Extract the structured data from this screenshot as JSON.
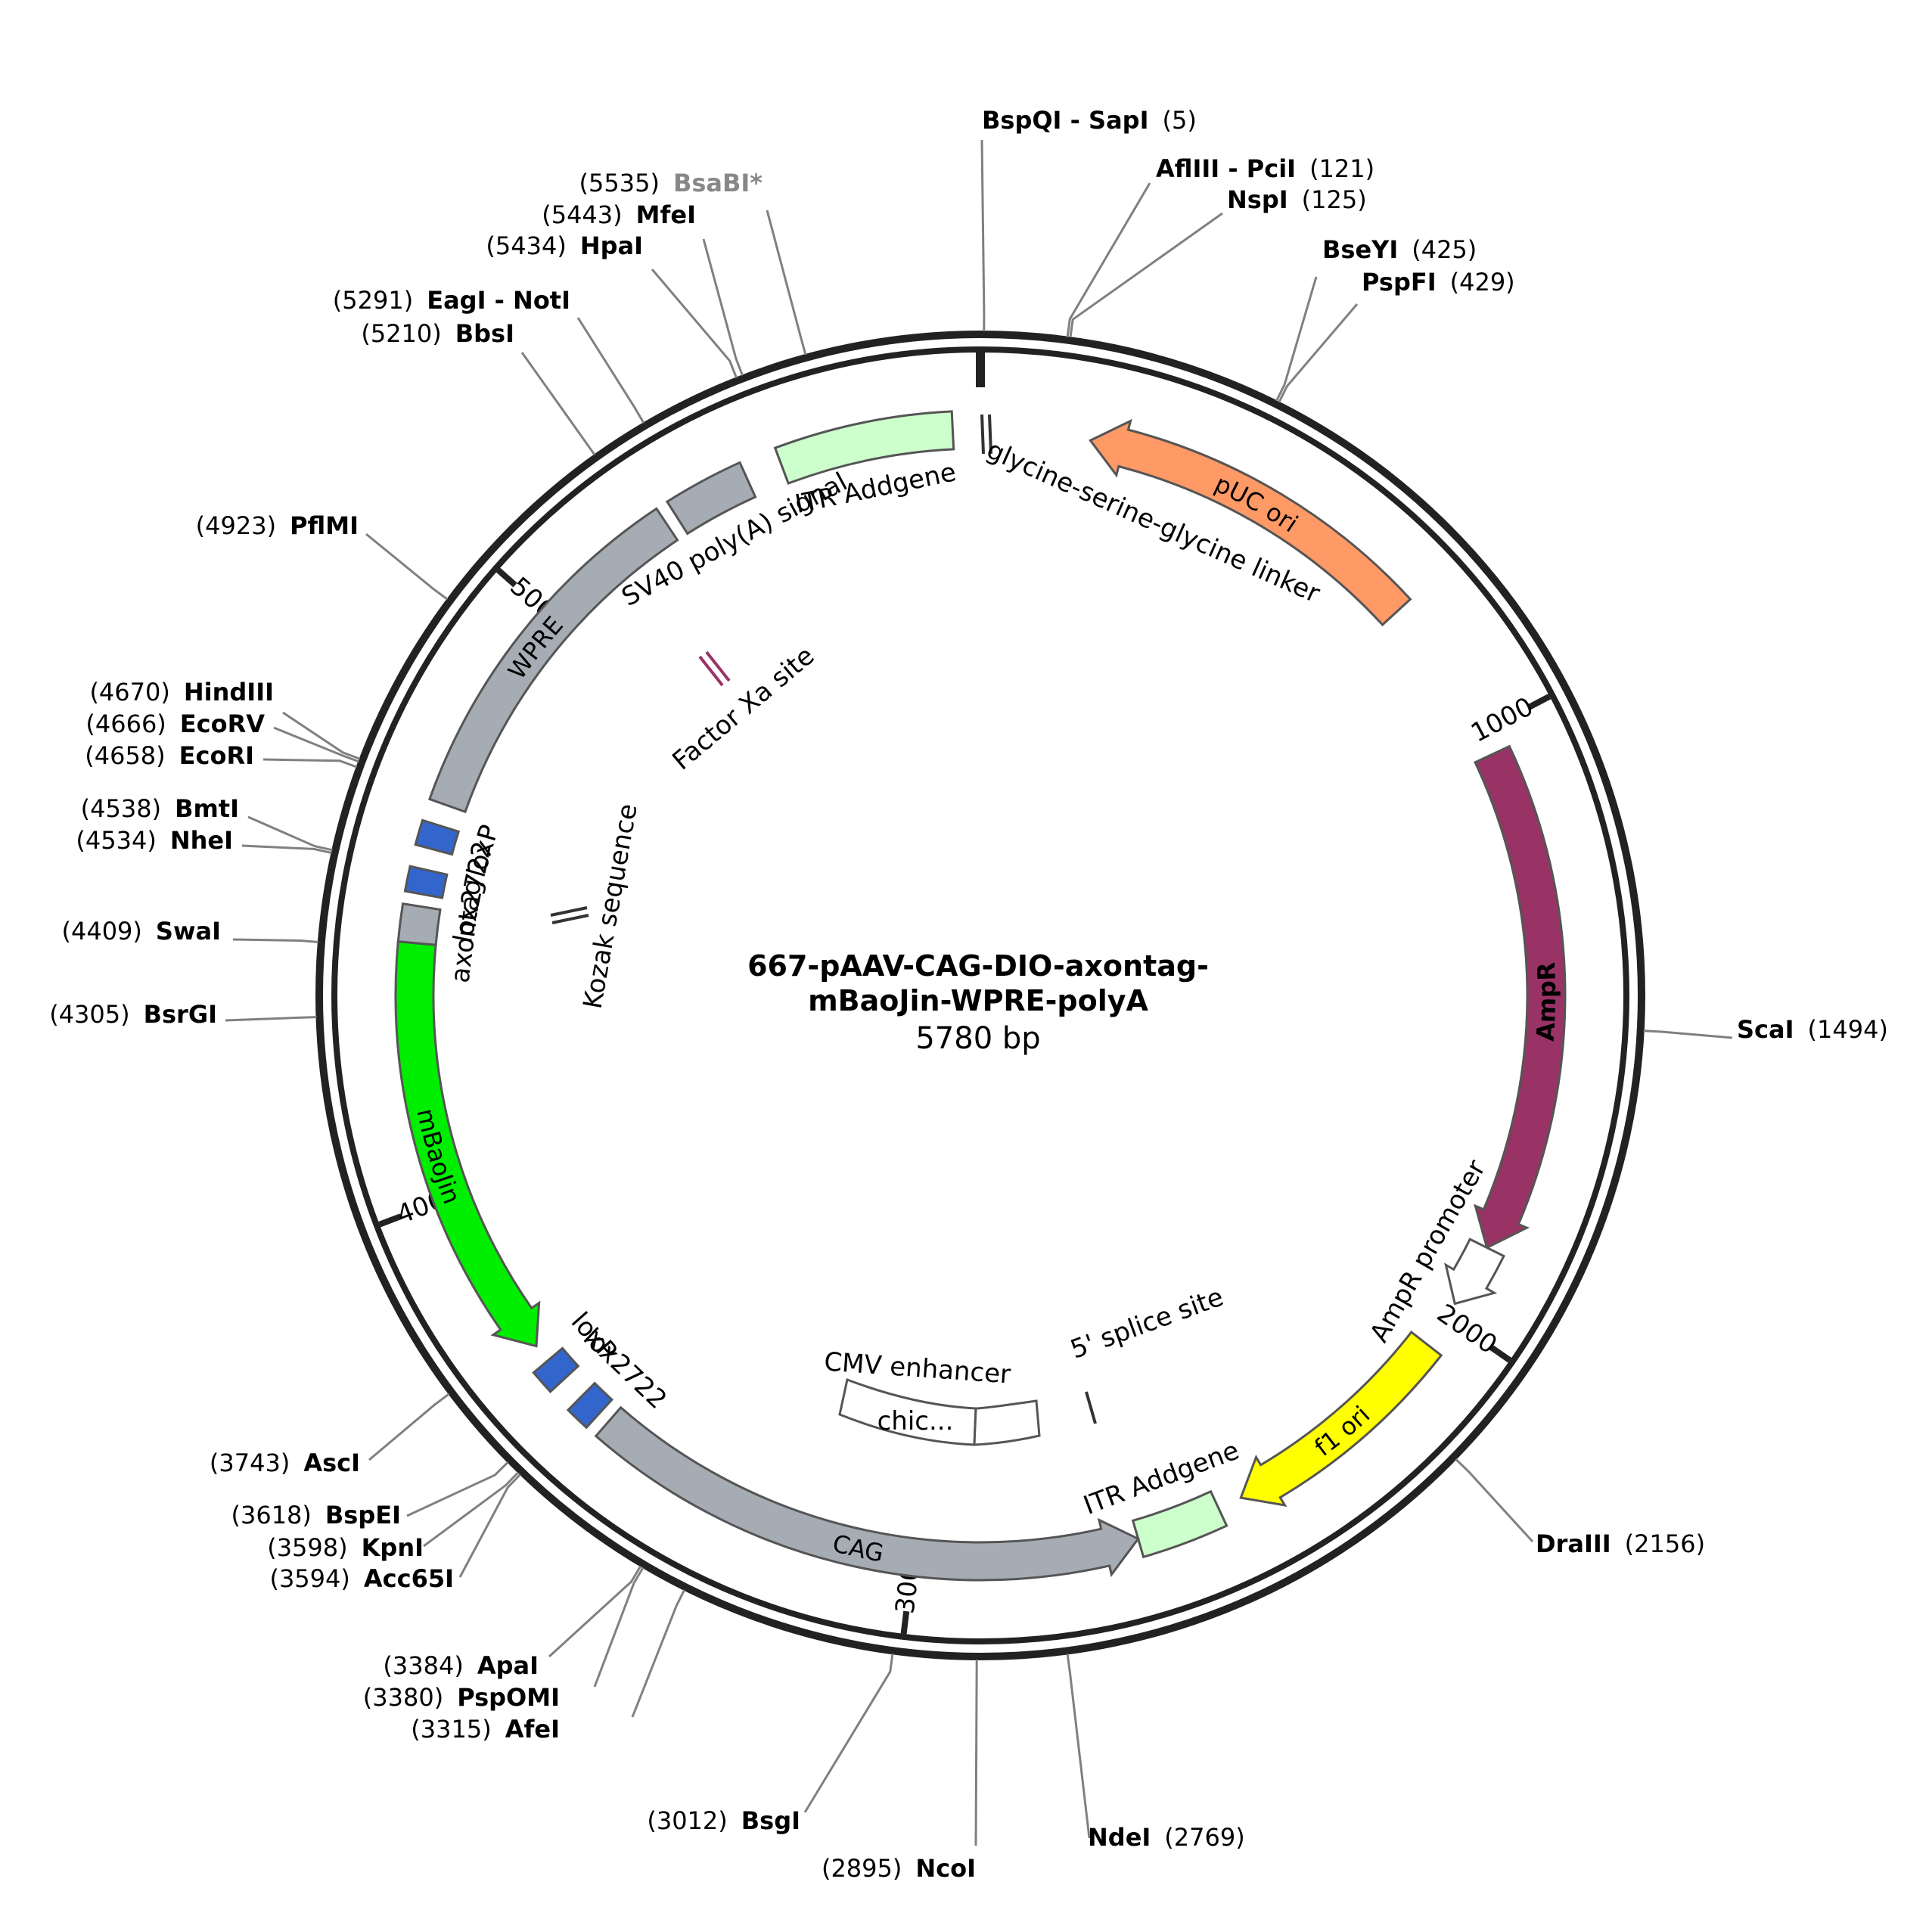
{
  "plasmid": {
    "name_line1": "667-pAAV-CAG-DIO-axontag-",
    "name_line2": "mBaoJin-WPRE-polyA",
    "size_label": "5780 bp",
    "length": 5780
  },
  "ticks": [
    {
      "pos": 1000,
      "label": "1000"
    },
    {
      "pos": 2000,
      "label": "2000"
    },
    {
      "pos": 3000,
      "label": "3000"
    },
    {
      "pos": 4000,
      "label": "4000"
    },
    {
      "pos": 5000,
      "label": "5000"
    }
  ],
  "features": [
    {
      "id": "puc-ori",
      "label": "pUC ori",
      "start": 180,
      "end": 760,
      "dir": -1,
      "color": "#ff9966",
      "label_inside": true
    },
    {
      "id": "ampr",
      "label": "AmpR",
      "start": 1040,
      "end": 1870,
      "dir": 1,
      "color": "#993366",
      "label_inside": true,
      "label_color": "#ffffff",
      "label_bold": true
    },
    {
      "id": "ampr-promoter",
      "label": "AmpR promoter",
      "start": 1870,
      "end": 1975,
      "dir": 1,
      "color": "#ffffff",
      "label_inside": false
    },
    {
      "id": "f1-ori",
      "label": "f1 ori",
      "start": 2055,
      "end": 2450,
      "dir": 1,
      "color": "#ffff00",
      "label_inside": true
    },
    {
      "id": "itr-addgene-2",
      "label": "ITR Addgene",
      "start": 2490,
      "end": 2630,
      "dir": 0,
      "color": "#ccffcc",
      "label_inside": false
    },
    {
      "id": "cag",
      "label": "CAG",
      "start": 2630,
      "end": 3550,
      "dir": -1,
      "color": "#a6acb3",
      "label_inside": true
    },
    {
      "id": "lox2722-1",
      "label": "lox2722",
      "start": 3570,
      "end": 3610,
      "dir": 0,
      "color": "#3366cc",
      "label_inside": false
    },
    {
      "id": "loxp-1",
      "label": "loxP",
      "start": 3650,
      "end": 3690,
      "dir": 0,
      "color": "#3366cc",
      "label_inside": false
    },
    {
      "id": "mbaojin",
      "label": "mBaoJin",
      "start": 3720,
      "end": 4420,
      "dir": -1,
      "color": "#00ee00",
      "label_inside": true
    },
    {
      "id": "axontag",
      "label": "axontag",
      "start": 4420,
      "end": 4480,
      "dir": 0,
      "color": "#a6acb3",
      "label_inside": false
    },
    {
      "id": "lox2722-2",
      "label": "lox2722",
      "start": 4500,
      "end": 4540,
      "dir": 0,
      "color": "#3366cc",
      "label_inside": false
    },
    {
      "id": "loxp-2",
      "label": "loxP",
      "start": 4575,
      "end": 4615,
      "dir": 0,
      "color": "#3366cc",
      "label_inside": false
    },
    {
      "id": "wpre",
      "label": "WPRE",
      "start": 4650,
      "end": 5240,
      "dir": 0,
      "color": "#a6acb3",
      "label_inside": true
    },
    {
      "id": "sv40-polya",
      "label": "SV40 poly(A) signal",
      "start": 5260,
      "end": 5390,
      "dir": 0,
      "color": "#a6acb3",
      "label_inside": false
    },
    {
      "id": "itr-addgene-1",
      "label": "ITR Addgene",
      "start": 5450,
      "end": 5735,
      "dir": 0,
      "color": "#ccffcc",
      "label_inside": false
    }
  ],
  "inner_features": [
    {
      "id": "cmv-enhancer",
      "label": "CMV enhancer",
      "inner_label": "chic...",
      "label_inside": true
    },
    {
      "id": "five-prime-splice-site",
      "label": "5' splice site"
    },
    {
      "id": "factor-xa-site",
      "label": "Factor Xa site"
    },
    {
      "id": "kozak-sequence",
      "label": "Kozak sequence"
    },
    {
      "id": "gsg-linker",
      "label": "glycine-serine-glycine linker"
    }
  ],
  "sites": [
    {
      "name": "BspQI - SapI",
      "pos": "(5)"
    },
    {
      "name": "AflIII - PciI",
      "pos": "(121)"
    },
    {
      "name": "NspI",
      "pos": "(125)"
    },
    {
      "name": "BseYI",
      "pos": "(425)"
    },
    {
      "name": "PspFI",
      "pos": "(429)"
    },
    {
      "name": "ScaI",
      "pos": "(1494)"
    },
    {
      "name": "DraIII",
      "pos": "(2156)"
    },
    {
      "name": "NdeI",
      "pos": "(2769)"
    },
    {
      "name": "NcoI",
      "pos": "(2895)"
    },
    {
      "name": "BsgI",
      "pos": "(3012)"
    },
    {
      "name": "AfeI",
      "pos": "(3315)"
    },
    {
      "name": "PspOMI",
      "pos": "(3380)"
    },
    {
      "name": "ApaI",
      "pos": "(3384)"
    },
    {
      "name": "Acc65I",
      "pos": "(3594)"
    },
    {
      "name": "KpnI",
      "pos": "(3598)"
    },
    {
      "name": "BspEI",
      "pos": "(3618)"
    },
    {
      "name": "AscI",
      "pos": "(3743)"
    },
    {
      "name": "BsrGI",
      "pos": "(4305)"
    },
    {
      "name": "SwaI",
      "pos": "(4409)"
    },
    {
      "name": "NheI",
      "pos": "(4534)"
    },
    {
      "name": "BmtI",
      "pos": "(4538)"
    },
    {
      "name": "EcoRI",
      "pos": "(4658)"
    },
    {
      "name": "EcoRV",
      "pos": "(4666)"
    },
    {
      "name": "HindIII",
      "pos": "(4670)"
    },
    {
      "name": "PflMI",
      "pos": "(4923)"
    },
    {
      "name": "BbsI",
      "pos": "(5210)"
    },
    {
      "name": "EagI - NotI",
      "pos": "(5291)"
    },
    {
      "name": "HpaI",
      "pos": "(5434)"
    },
    {
      "name": "MfeI",
      "pos": "(5443)"
    },
    {
      "name": "BsaBI*",
      "pos": "(5535)",
      "color": "#888888"
    }
  ]
}
